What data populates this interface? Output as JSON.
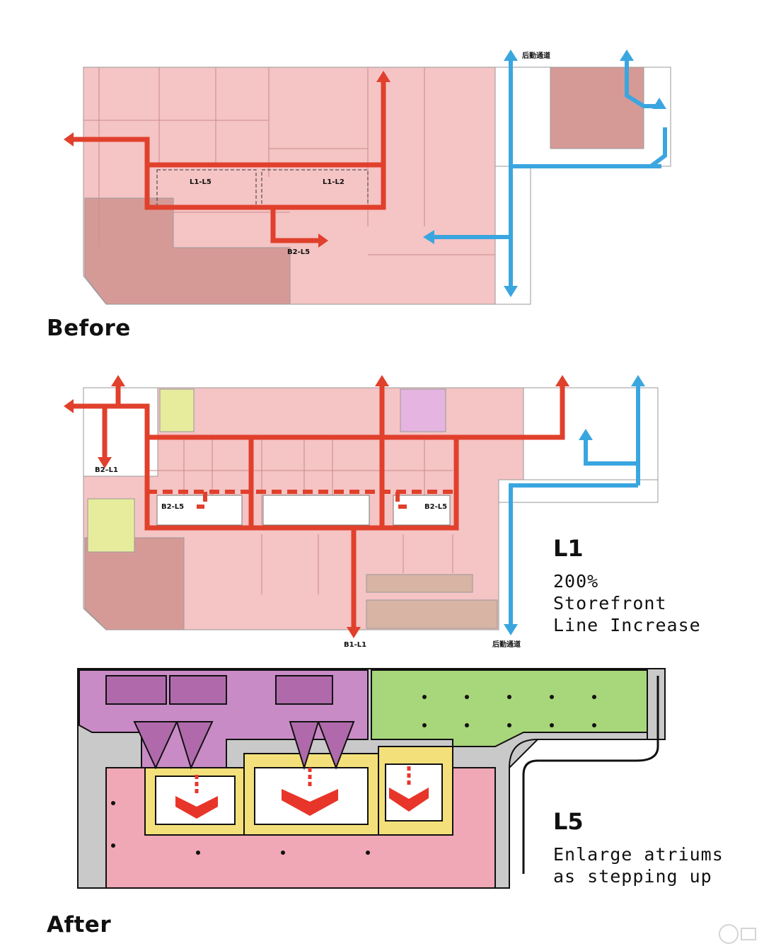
{
  "before": {
    "heading": "Before",
    "labels": {
      "back_passage": "后勤通道",
      "l1_l5": "L1-L5",
      "l1_l2": "L1-L2",
      "b2_l5": "B2-L5"
    }
  },
  "l1": {
    "title": "L1",
    "note_lines": [
      "200%",
      "Storefront",
      "Line Increase"
    ],
    "labels": {
      "b2_l1": "B2–L1",
      "b2_l5_left": "B2-L5",
      "b2_l5_right": "B2-L5",
      "b1_l1": "B1-L1",
      "back_passage": "后勤通道"
    }
  },
  "l5": {
    "title": "L5",
    "note_lines": [
      "Enlarge atriums",
      "as stepping up"
    ]
  },
  "after": {
    "heading": "After"
  },
  "colors": {
    "shop_pink": "#f5c4c4",
    "anchor_rose": "#d69a96",
    "circulation_red": "#e0402c",
    "service_blue": "#3aa6e0",
    "sketch_magenta": "#c98bc6",
    "sketch_green": "#a8d67a",
    "sketch_yellow": "#f4e07a",
    "sketch_gray": "#c9c9c9",
    "atrium_green": "#e6ec9c",
    "kiosk_brown": "#d8b4a4"
  },
  "icons": [
    "arrow-up-icon",
    "arrow-left-icon",
    "arrow-down-icon",
    "chevron-down-icon",
    "watermark-logo"
  ]
}
